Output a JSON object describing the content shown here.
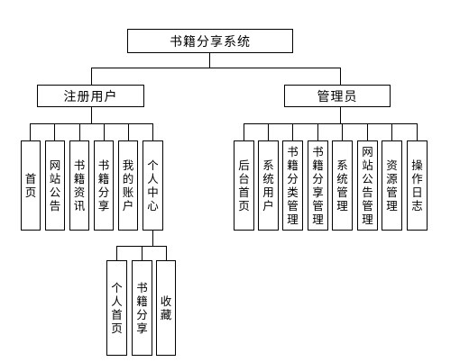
{
  "root": {
    "label": "书籍分享系统"
  },
  "user_branch": {
    "label": "注册用户",
    "children": [
      "首\n页",
      "网\n站\n公\n告",
      "书\n籍\n资\n讯",
      "书\n籍\n分\n享",
      "我\n的\n账\n户",
      "个\n人\n中\n心"
    ]
  },
  "personal_center": {
    "children": [
      "个\n人\n首\n页",
      "书\n籍\n分\n享",
      "收\n藏"
    ]
  },
  "admin_branch": {
    "label": "管理员",
    "children": [
      "后\n台\n首\n页",
      "系\n统\n用\n户",
      "书\n籍\n分\n类\n管\n理",
      "书\n籍\n分\n享\n管\n理",
      "系\n统\n管\n理",
      "网\n站\n公\n告\n管\n理",
      "资\n源\n管\n理",
      "操\n作\n日\n志"
    ]
  }
}
